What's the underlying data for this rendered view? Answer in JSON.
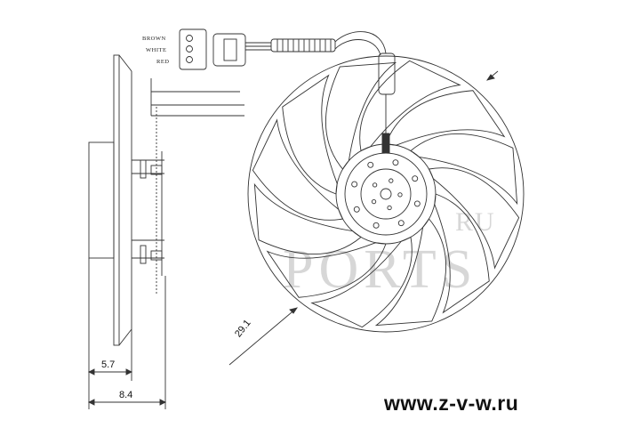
{
  "connector": {
    "wires": [
      {
        "label": "BROWN"
      },
      {
        "label": "WHITE"
      },
      {
        "label": "RED"
      }
    ]
  },
  "dimensions": {
    "depth_small": "5.7",
    "depth_total": "8.4",
    "diameter_partial": "29.1"
  },
  "watermark": {
    "main": "PORTS",
    "suffix": "RU"
  },
  "footer": {
    "url": "www.z-v-w.ru"
  },
  "fan": {
    "blade_count": 12
  },
  "colors": {
    "line": "#333333",
    "watermark": "#d7d7d7"
  }
}
